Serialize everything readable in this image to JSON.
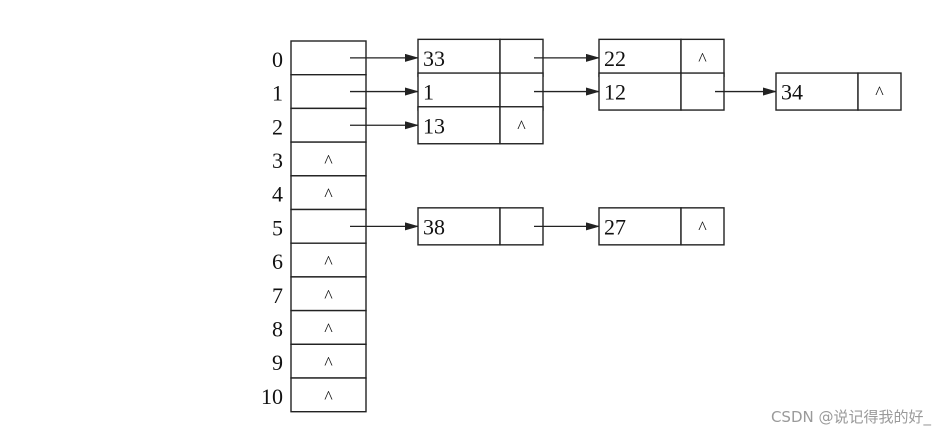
{
  "diagram": {
    "type": "hash-table-separate-chaining",
    "null_symbol": "^",
    "stroke_color": "#222222",
    "background": "#ffffff",
    "buckets": [
      {
        "index": "0",
        "chain": [
          "33",
          "22"
        ]
      },
      {
        "index": "1",
        "chain": [
          "1",
          "12",
          "34"
        ]
      },
      {
        "index": "2",
        "chain": [
          "13"
        ]
      },
      {
        "index": "3",
        "chain": []
      },
      {
        "index": "4",
        "chain": []
      },
      {
        "index": "5",
        "chain": [
          "38",
          "27"
        ]
      },
      {
        "index": "6",
        "chain": []
      },
      {
        "index": "7",
        "chain": []
      },
      {
        "index": "8",
        "chain": []
      },
      {
        "index": "9",
        "chain": []
      },
      {
        "index": "10",
        "chain": []
      }
    ]
  },
  "watermark": "CSDN @说记得我的好_"
}
